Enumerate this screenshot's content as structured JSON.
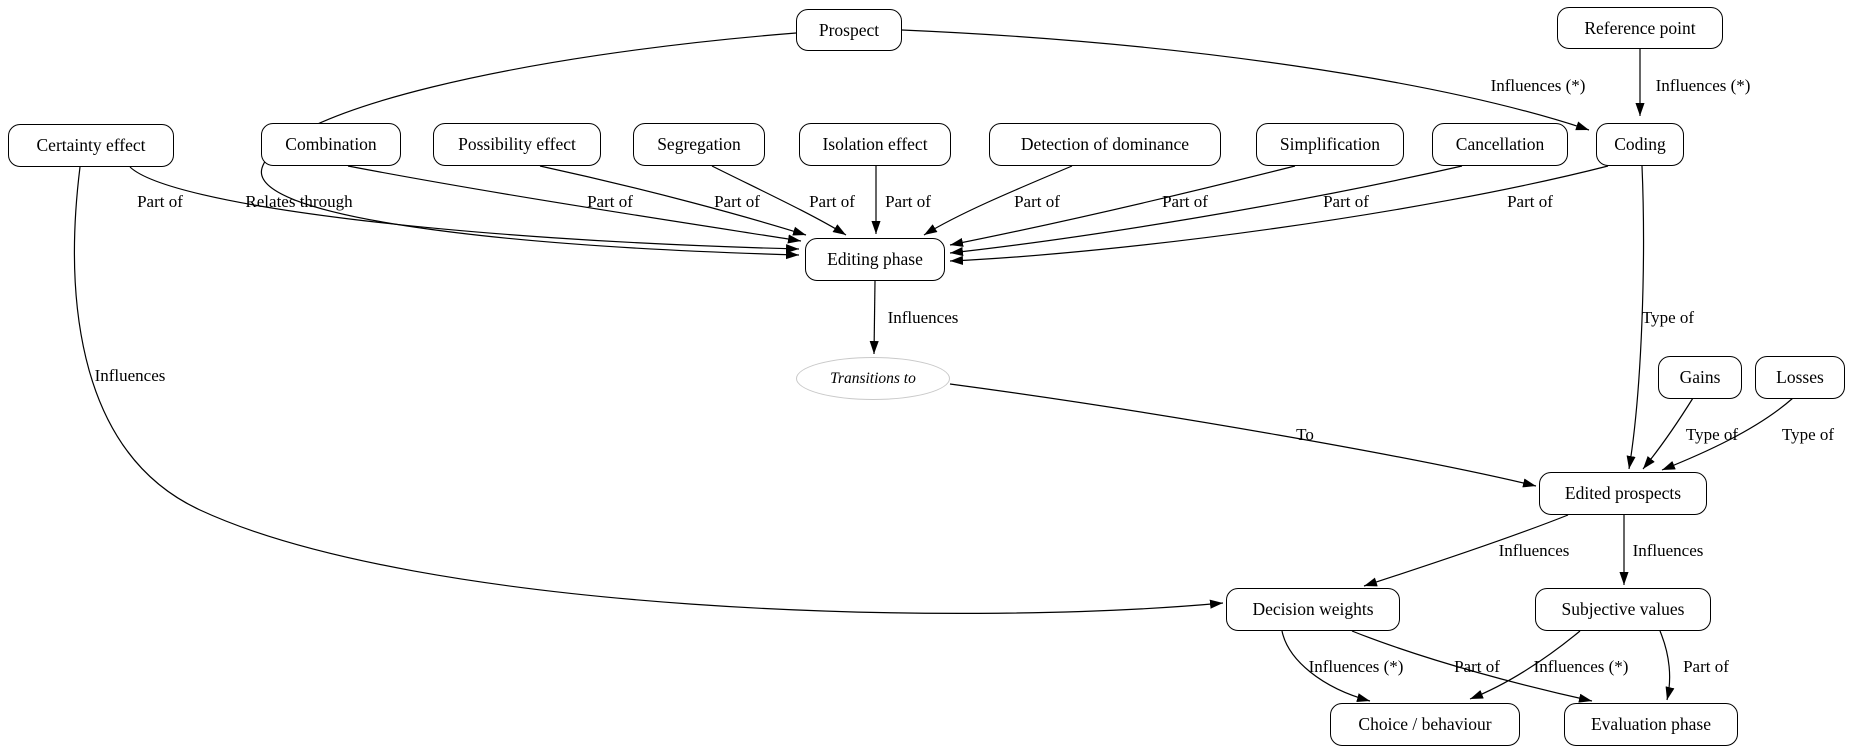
{
  "diagram": {
    "background_color": "#ffffff",
    "stroke_color": "#000000",
    "nodes": [
      {
        "id": "prospect",
        "label": "Prospect",
        "shape": "box"
      },
      {
        "id": "reference-point",
        "label": "Reference point",
        "shape": "box"
      },
      {
        "id": "certainty-effect",
        "label": "Certainty effect",
        "shape": "box"
      },
      {
        "id": "combination",
        "label": "Combination",
        "shape": "box"
      },
      {
        "id": "possibility-effect",
        "label": "Possibility effect",
        "shape": "box"
      },
      {
        "id": "segregation",
        "label": "Segregation",
        "shape": "box"
      },
      {
        "id": "isolation-effect",
        "label": "Isolation effect",
        "shape": "box"
      },
      {
        "id": "detection-of-dominance",
        "label": "Detection of dominance",
        "shape": "box"
      },
      {
        "id": "simplification",
        "label": "Simplification",
        "shape": "box"
      },
      {
        "id": "cancellation",
        "label": "Cancellation",
        "shape": "box"
      },
      {
        "id": "coding",
        "label": "Coding",
        "shape": "box"
      },
      {
        "id": "editing-phase",
        "label": "Editing phase",
        "shape": "box"
      },
      {
        "id": "transitions-to",
        "label": "Transitions to",
        "shape": "ellipse"
      },
      {
        "id": "gains",
        "label": "Gains",
        "shape": "box"
      },
      {
        "id": "losses",
        "label": "Losses",
        "shape": "box"
      },
      {
        "id": "edited-prospects",
        "label": "Edited prospects",
        "shape": "box"
      },
      {
        "id": "decision-weights",
        "label": "Decision weights",
        "shape": "box"
      },
      {
        "id": "subjective-values",
        "label": "Subjective values",
        "shape": "box"
      },
      {
        "id": "choice-behaviour",
        "label": "Choice / behaviour",
        "shape": "box"
      },
      {
        "id": "evaluation-phase",
        "label": "Evaluation phase",
        "shape": "box"
      }
    ],
    "edges": [
      {
        "from": "prospect",
        "to": "coding",
        "label": "Influences (*)"
      },
      {
        "from": "reference-point",
        "to": "coding",
        "label": "Influences (*)"
      },
      {
        "from": "prospect",
        "to": "editing-phase",
        "label": "Relates through"
      },
      {
        "from": "certainty-effect",
        "to": "editing-phase",
        "label": "Part of"
      },
      {
        "from": "combination",
        "to": "editing-phase",
        "label": "Part of"
      },
      {
        "from": "possibility-effect",
        "to": "editing-phase",
        "label": "Part of"
      },
      {
        "from": "segregation",
        "to": "editing-phase",
        "label": "Part of"
      },
      {
        "from": "isolation-effect",
        "to": "editing-phase",
        "label": "Part of"
      },
      {
        "from": "detection-of-dominance",
        "to": "editing-phase",
        "label": "Part of"
      },
      {
        "from": "simplification",
        "to": "editing-phase",
        "label": "Part of"
      },
      {
        "from": "cancellation",
        "to": "editing-phase",
        "label": "Part of"
      },
      {
        "from": "coding",
        "to": "editing-phase",
        "label": "Part of"
      },
      {
        "from": "coding",
        "to": "edited-prospects",
        "label": "Type of"
      },
      {
        "from": "editing-phase",
        "to": "transitions-to",
        "label": "Influences"
      },
      {
        "from": "certainty-effect",
        "to": "decision-weights",
        "label": "Influences"
      },
      {
        "from": "transitions-to",
        "to": "edited-prospects",
        "label": "To"
      },
      {
        "from": "gains",
        "to": "edited-prospects",
        "label": "Type of"
      },
      {
        "from": "losses",
        "to": "edited-prospects",
        "label": "Type of"
      },
      {
        "from": "edited-prospects",
        "to": "decision-weights",
        "label": "Influences"
      },
      {
        "from": "edited-prospects",
        "to": "subjective-values",
        "label": "Influences"
      },
      {
        "from": "decision-weights",
        "to": "choice-behaviour",
        "label": "Influences (*)"
      },
      {
        "from": "decision-weights",
        "to": "evaluation-phase",
        "label": "Part of"
      },
      {
        "from": "subjective-values",
        "to": "choice-behaviour",
        "label": "Influences (*)"
      },
      {
        "from": "subjective-values",
        "to": "evaluation-phase",
        "label": "Part of"
      }
    ]
  }
}
